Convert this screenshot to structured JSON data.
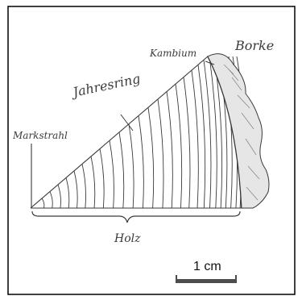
{
  "labels": {
    "markstrahl": "Markstrahl",
    "jahresring": "Jahresring",
    "kambium": "Kambium",
    "borke": "Borke",
    "holz": "Holz"
  },
  "scale": {
    "text": "1 cm"
  },
  "colors": {
    "ink": "#3a3a3a",
    "paper": "#ffffff",
    "border": "#000000",
    "scalebar": "#4d4d4d"
  },
  "icons": {
    "scale_bar": "scale-bar"
  }
}
